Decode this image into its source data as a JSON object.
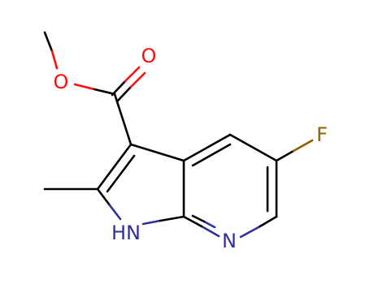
{
  "molecule": {
    "atoms": {
      "oxygen_carbonyl": {
        "label": "O",
        "color": "#ff0d0d"
      },
      "oxygen_ether": {
        "label": "O",
        "color": "#ff0d0d"
      },
      "fluorine": {
        "label": "F",
        "color": "#906000"
      },
      "nitrogen_pyrrole": {
        "label": "HN",
        "color": "#30309a"
      },
      "nitrogen_pyridine": {
        "label": "N",
        "color": "#30309a"
      }
    },
    "colors": {
      "bond": "#000000",
      "oxygen": "#ff0d0d",
      "nitrogen": "#30309a",
      "fluorine": "#906000"
    }
  }
}
